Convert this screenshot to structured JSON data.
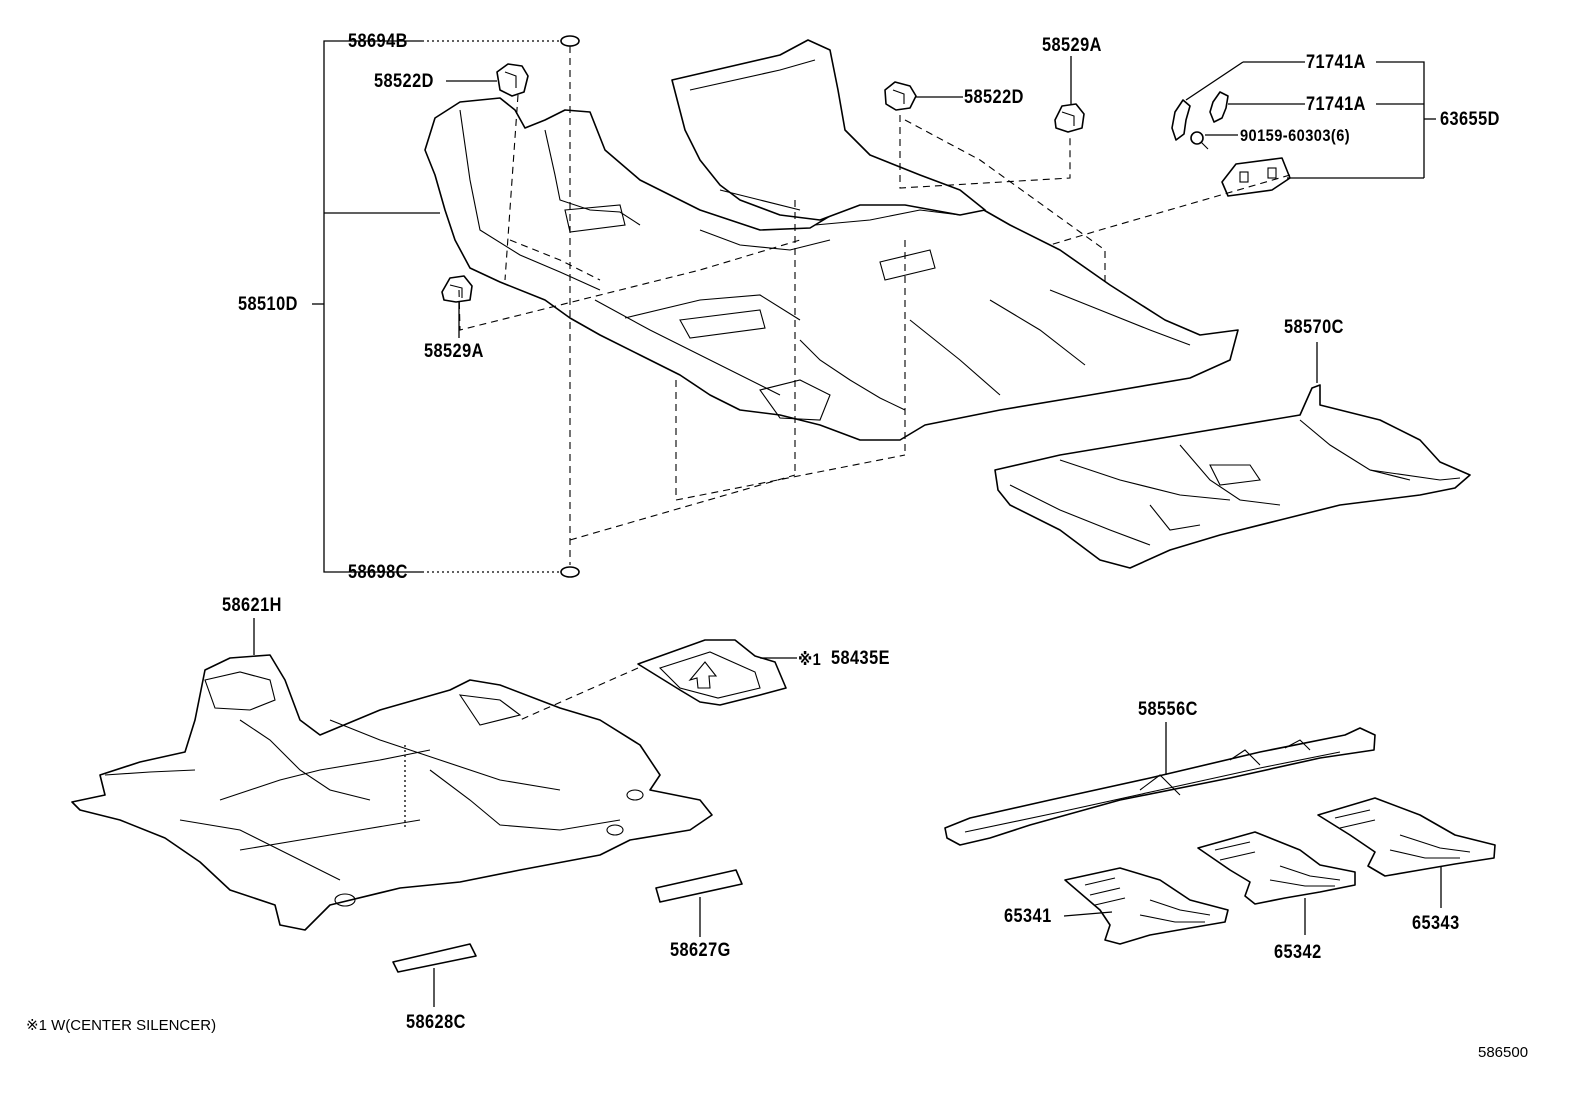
{
  "labels": {
    "p58694B": "58694B",
    "p58522D_left": "58522D",
    "p58529A_top": "58529A",
    "p58522D_right": "58522D",
    "p71741A_1": "71741A",
    "p71741A_2": "71741A",
    "p90159": "90159-60303(6)",
    "p63655D": "63655D",
    "p58510D": "58510D",
    "p58529A_left": "58529A",
    "p58570C": "58570C",
    "p58698C": "58698C",
    "p58621H": "58621H",
    "p58435E_mark": "※1",
    "p58435E": "58435E",
    "p58556C": "58556C",
    "p65341": "65341",
    "p65342": "65342",
    "p65343": "65343",
    "p58627G": "58627G",
    "p58628C": "58628C"
  },
  "footnote": "※1 W(CENTER SILENCER)",
  "figure_number": "586500"
}
